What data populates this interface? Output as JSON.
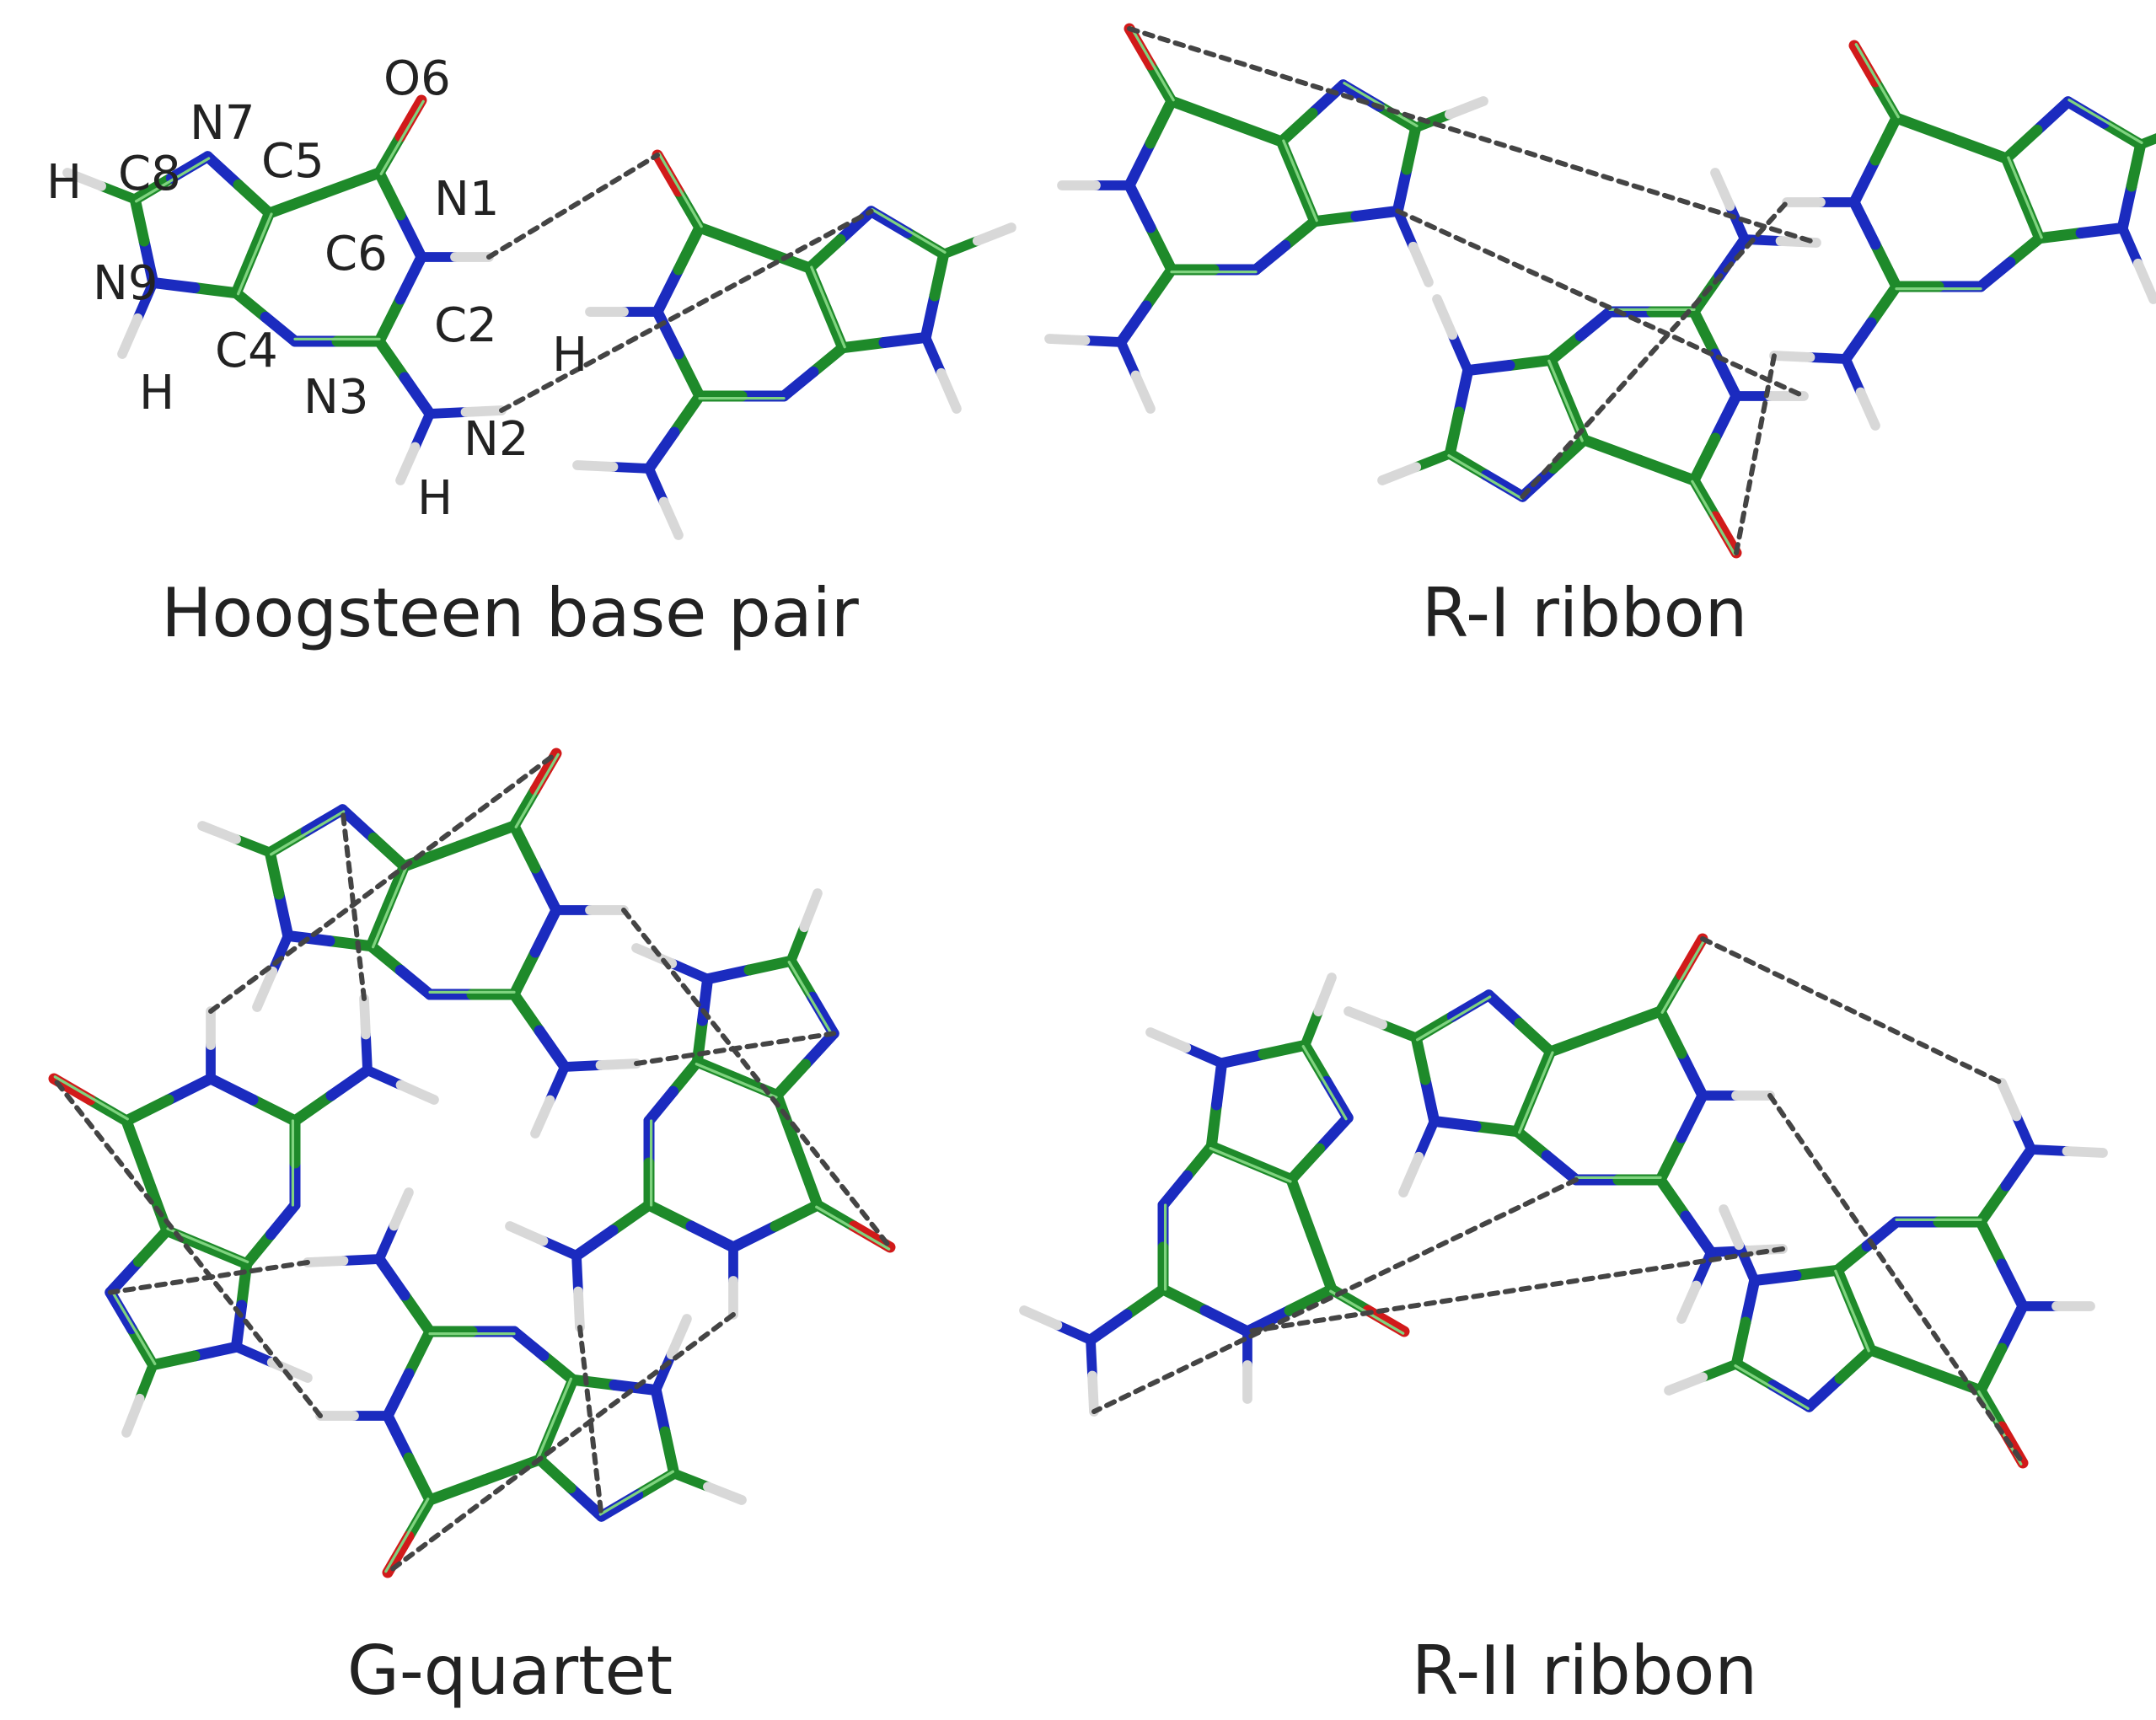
{
  "colors": {
    "carbon": "#1e8a2a",
    "nitrogen": "#1b2bbf",
    "oxygen": "#d11a1a",
    "hydrogen": "#d8d8d8",
    "hbond": "#444444",
    "text": "#222222"
  },
  "captions": {
    "hoogsteen": "Hoogsteen base pair",
    "r1": "R-I ribbon",
    "quartet": "G-quartet",
    "r2": "R-II ribbon"
  },
  "atom_labels": {
    "o6": "O6",
    "n7": "N7",
    "c5": "C5",
    "c8": "C8",
    "h8": "H",
    "n1": "N1",
    "c6": "C6",
    "n9": "N9",
    "c2": "C2",
    "c4": "C4",
    "h2a": "H",
    "n3": "N3",
    "h9": "H",
    "n2": "N2",
    "h2b": "H"
  }
}
